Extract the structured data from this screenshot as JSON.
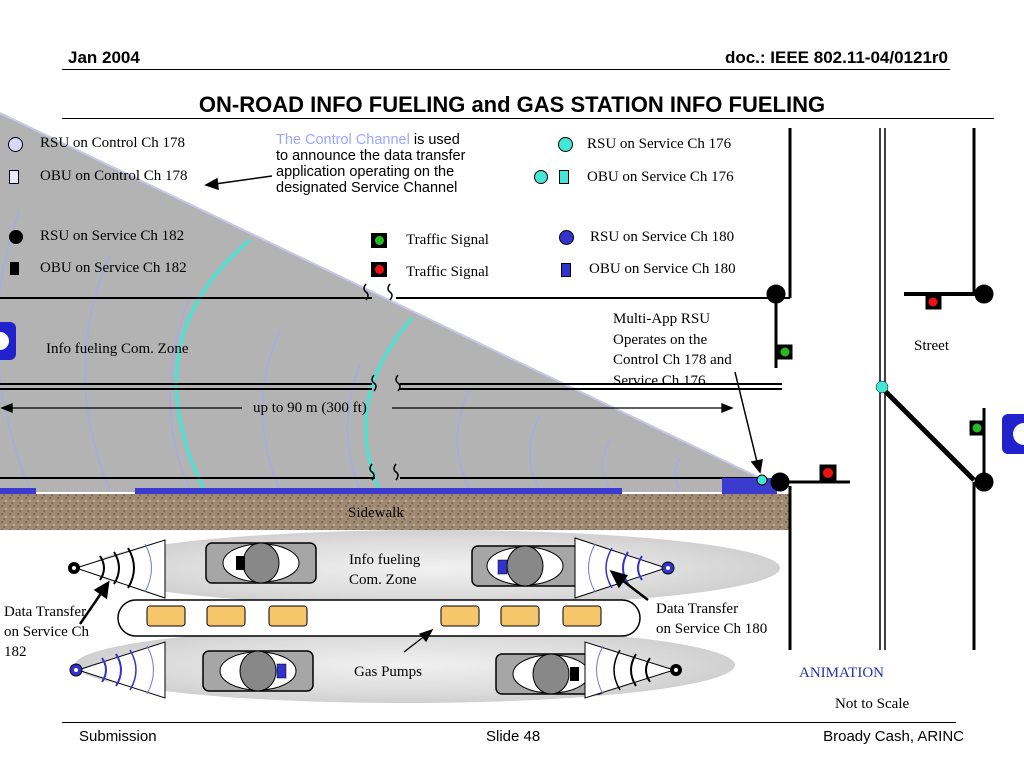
{
  "header": {
    "date": "Jan 2004",
    "doc_id": "doc.: IEEE 802.11-04/0121r0"
  },
  "title": "ON-ROAD INFO FUELING  and GAS  STATION INFO FUELING",
  "legend_left": [
    {
      "label": "RSU on Control Ch 178",
      "icon": "circle-outline-icon"
    },
    {
      "label": "OBU on Control Ch 178",
      "icon": "rect-outline-icon"
    },
    {
      "label": "RSU on Service Ch 182",
      "icon": "circle-black-icon"
    },
    {
      "label": "OBU on Service Ch 182",
      "icon": "rect-black-icon"
    }
  ],
  "legend_mid": [
    {
      "label": "Traffic Signal",
      "color": "#22bb22"
    },
    {
      "label": "Traffic Signal",
      "color": "#ee1111"
    }
  ],
  "legend_right": [
    {
      "label": "RSU on Service Ch 176",
      "icon": "circle-cyan-icon"
    },
    {
      "label": "OBU on Service Ch 176",
      "icon": "rect-cyan-icon"
    },
    {
      "label": "RSU on Service Ch 180",
      "icon": "circle-blue-icon"
    },
    {
      "label": "OBU on Service Ch 180",
      "icon": "rect-blue-icon"
    }
  ],
  "callout": {
    "highlight": "The Control Channel",
    "line1_rest": " is used",
    "line2": "to announce the data transfer",
    "line3": "application operating on the",
    "line4": "designated Service Channel"
  },
  "labels": {
    "info_zone": "Info fueling Com. Zone",
    "distance": "up to 90 m (300 ft)",
    "multi_app_1": "Multi-App RSU",
    "multi_app_2": "Operates on the",
    "multi_app_3": "Control Ch 178 and",
    "multi_app_4": "Service Ch 176",
    "street": "Street",
    "sidewalk": "Sidewalk",
    "station_zone_1": "Info fueling",
    "station_zone_2": "Com. Zone",
    "dt182_1": "Data Transfer",
    "dt182_2": "on Service Ch",
    "dt182_3": "182",
    "dt180_1": "Data Transfer",
    "dt180_2": "on Service Ch 180",
    "gas_pumps": "Gas Pumps",
    "animation": "ANIMATION",
    "not_to_scale": "Not to Scale"
  },
  "footer": {
    "left": "Submission",
    "center": "Slide 48",
    "right": "Broady Cash, ARINC"
  },
  "colors": {
    "cyan": "#44e6d6",
    "blue": "#3333cc",
    "highlight_text": "#9aa8ff",
    "animation_text": "#2233aa",
    "zone_gray": "#b3b3b3"
  }
}
